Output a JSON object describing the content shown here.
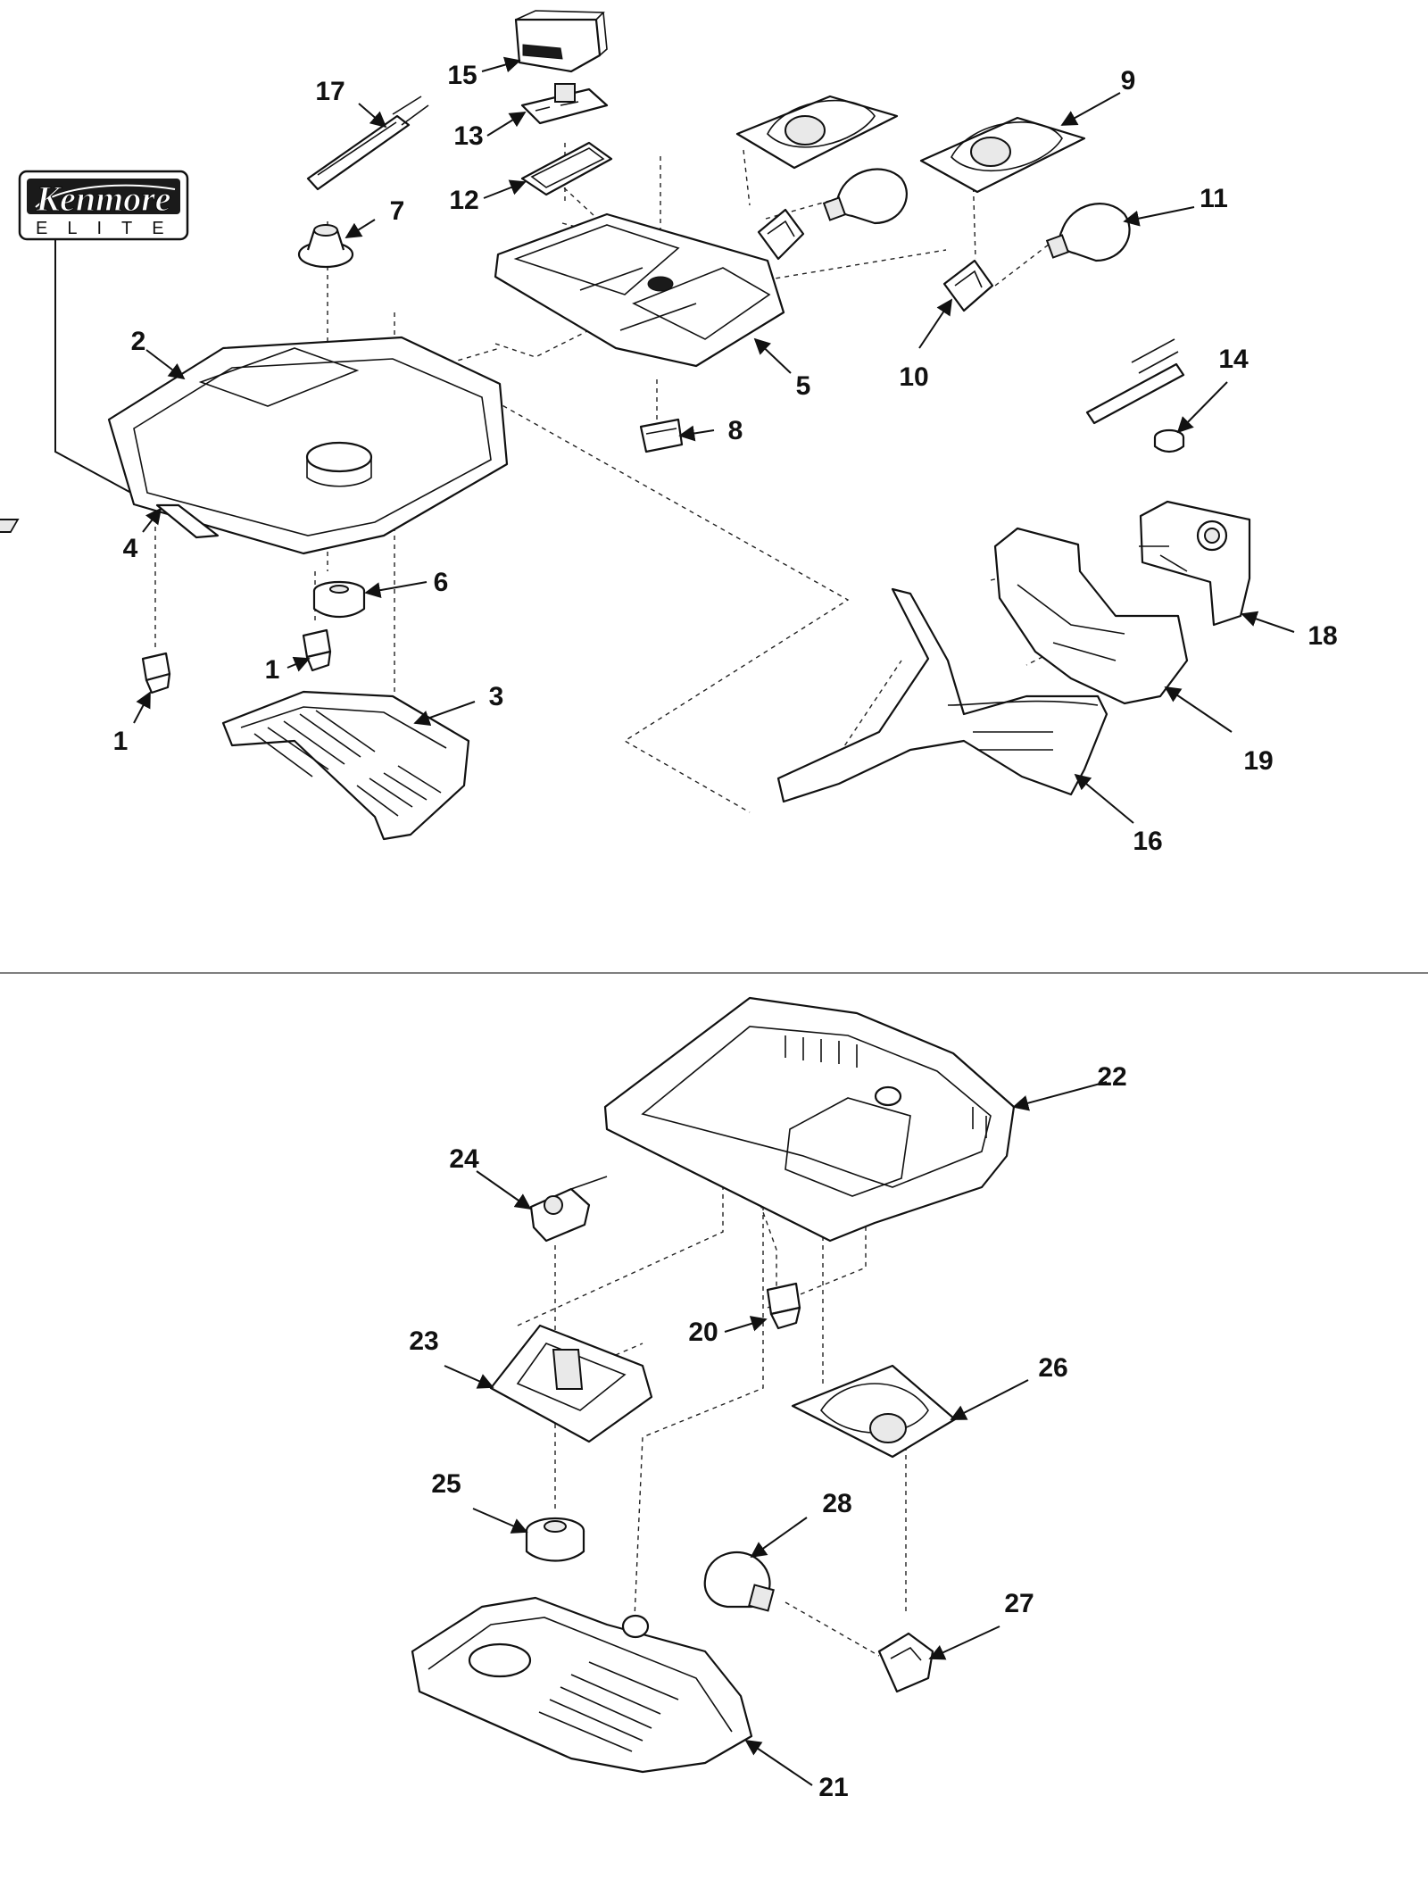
{
  "logo": {
    "brand": "Kenmore",
    "tagline": "ELITE"
  },
  "callouts": [
    {
      "id": "c1a",
      "label": "1"
    },
    {
      "id": "c1b",
      "label": "1"
    },
    {
      "id": "c2",
      "label": "2"
    },
    {
      "id": "c3",
      "label": "3"
    },
    {
      "id": "c4",
      "label": "4"
    },
    {
      "id": "c5",
      "label": "5"
    },
    {
      "id": "c6",
      "label": "6"
    },
    {
      "id": "c7",
      "label": "7"
    },
    {
      "id": "c8",
      "label": "8"
    },
    {
      "id": "c9",
      "label": "9"
    },
    {
      "id": "c10",
      "label": "10"
    },
    {
      "id": "c11",
      "label": "11"
    },
    {
      "id": "c12",
      "label": "12"
    },
    {
      "id": "c13",
      "label": "13"
    },
    {
      "id": "c14",
      "label": "14"
    },
    {
      "id": "c15",
      "label": "15"
    },
    {
      "id": "c16",
      "label": "16"
    },
    {
      "id": "c17",
      "label": "17"
    },
    {
      "id": "c18",
      "label": "18"
    },
    {
      "id": "c19",
      "label": "19"
    },
    {
      "id": "c20",
      "label": "20"
    },
    {
      "id": "c21",
      "label": "21"
    },
    {
      "id": "c22",
      "label": "22"
    },
    {
      "id": "c23",
      "label": "23"
    },
    {
      "id": "c24",
      "label": "24"
    },
    {
      "id": "c25",
      "label": "25"
    },
    {
      "id": "c26",
      "label": "26"
    },
    {
      "id": "c27",
      "label": "27"
    },
    {
      "id": "c28",
      "label": "28"
    }
  ]
}
